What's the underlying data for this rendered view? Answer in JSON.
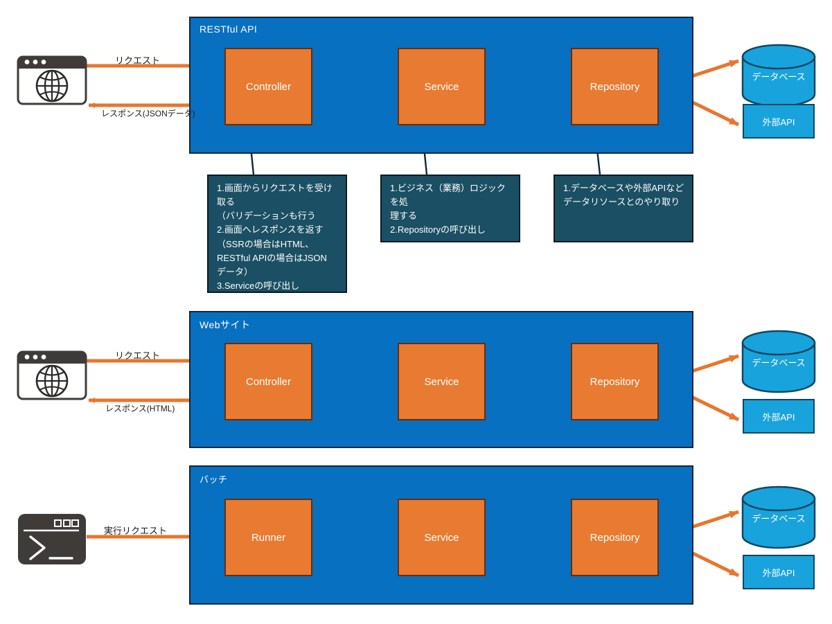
{
  "diagram": {
    "title_visible": false,
    "colors": {
      "panel_blue": "#0870C0",
      "panel_border": "#10263B",
      "box_orange": "#E87B31",
      "box_orange_border": "#6B2C08",
      "note_teal": "#1B4F63",
      "datastore_blue": "#19A3DC",
      "datastore_border": "#0D4963",
      "arrow_orange": "#E8762C",
      "leader_black": "#10263B",
      "text_white": "#FFFFFF",
      "text_dark": "#1A1A1A"
    }
  },
  "sections": [
    {
      "id": "restful-api",
      "title": "RESTful API",
      "client_icon": "browser-icon",
      "boxes": [
        {
          "id": "controller",
          "label": "Controller"
        },
        {
          "id": "service",
          "label": "Service"
        },
        {
          "id": "repository",
          "label": "Repository"
        }
      ],
      "arrow_labels": {
        "request": "リクエスト",
        "response": "レスポンス(JSONデータ)"
      },
      "datastores": [
        {
          "id": "database",
          "label": "データベース",
          "shape": "cylinder"
        },
        {
          "id": "external-api",
          "label": "外部API",
          "shape": "rectangle"
        }
      ],
      "notes": [
        {
          "id": "note-controller",
          "text": "1.画面からリクエストを受け取る\n（バリデーションも行う\n2.画面へレスポンスを返す\n（SSRの場合はHTML、\nRESTful APIの場合はJSON\nデータ）\n3.Serviceの呼び出し"
        },
        {
          "id": "note-service",
          "text": "1.ビジネス（業務）ロジックを処\n理する\n2.Repositoryの呼び出し"
        },
        {
          "id": "note-repository",
          "text": "1.データベースや外部APIなど\nデータリソースとのやり取り"
        }
      ]
    },
    {
      "id": "website",
      "title": "Webサイト",
      "client_icon": "browser-icon",
      "boxes": [
        {
          "id": "controller",
          "label": "Controller"
        },
        {
          "id": "service",
          "label": "Service"
        },
        {
          "id": "repository",
          "label": "Repository"
        }
      ],
      "arrow_labels": {
        "request": "リクエスト",
        "response": "レスポンス(HTML)"
      },
      "datastores": [
        {
          "id": "database",
          "label": "データベース",
          "shape": "cylinder"
        },
        {
          "id": "external-api",
          "label": "外部API",
          "shape": "rectangle"
        }
      ],
      "notes": []
    },
    {
      "id": "batch",
      "title": "バッチ",
      "client_icon": "terminal-icon",
      "boxes": [
        {
          "id": "runner",
          "label": "Runner"
        },
        {
          "id": "service",
          "label": "Service"
        },
        {
          "id": "repository",
          "label": "Repository"
        }
      ],
      "arrow_labels": {
        "request": "実行リクエスト",
        "response": ""
      },
      "datastores": [
        {
          "id": "database",
          "label": "データベース",
          "shape": "cylinder"
        },
        {
          "id": "external-api",
          "label": "外部API",
          "shape": "rectangle"
        }
      ],
      "notes": []
    }
  ]
}
